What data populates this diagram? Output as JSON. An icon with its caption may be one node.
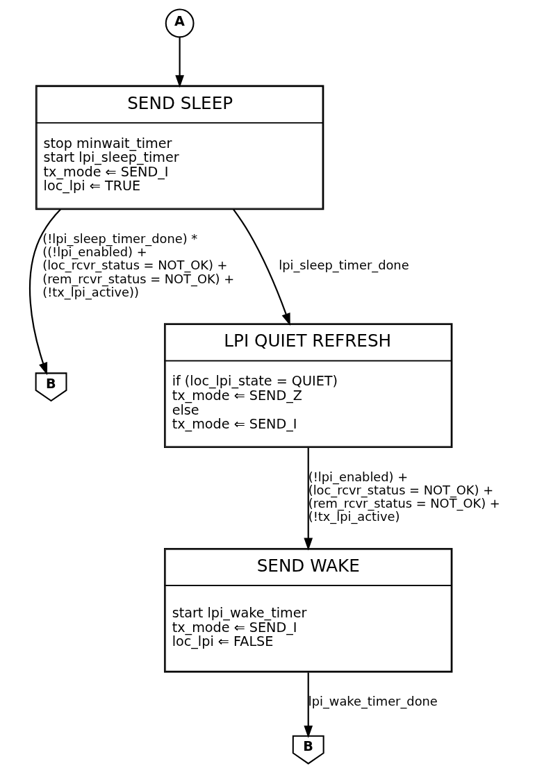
{
  "diagram": {
    "nodes": [
      {
        "text": [
          "A"
        ]
      },
      {
        "text": [
          "SEND SLEEP",
          "stop minwait_timer",
          "start lpi_sleep_timer",
          "tx_mode ⇐ SEND_I",
          "loc_lpi ⇐ TRUE"
        ]
      },
      {
        "text": [
          "B"
        ]
      },
      {
        "text": [
          "LPI QUIET REFRESH",
          "if (loc_lpi_state = QUIET)",
          "tx_mode ⇐ SEND_Z",
          "else",
          "tx_mode ⇐ SEND_I"
        ]
      },
      {
        "text": [
          "SEND WAKE",
          "start lpi_wake_timer",
          "tx_mode ⇐ SEND_I",
          "loc_lpi ⇐ FALSE"
        ]
      },
      {
        "text": [
          "B"
        ]
      }
    ],
    "edges": [
      {
        "from": 0,
        "to": 1,
        "arrow": "to"
      },
      {
        "from": 1,
        "to": 2,
        "arrow": "to",
        "label": "(!lpi_sleep_timer_done) * ((!lpi_enabled) + (loc_rcvr_status = NOT_OK) + (rem_rcvr_status = NOT_OK) + (!tx_lpi_active))"
      },
      {
        "from": 1,
        "to": 3,
        "arrow": "to",
        "label": "lpi_sleep_timer_done"
      },
      {
        "from": 3,
        "to": 4,
        "arrow": "to",
        "label": "(!lpi_enabled) + (loc_rcvr_status = NOT_OK) + (rem_rcvr_status = NOT_OK) + (!tx_lpi_active)"
      },
      {
        "from": 4,
        "to": 5,
        "arrow": "to",
        "label": "lpi_wake_timer_done"
      }
    ]
  }
}
